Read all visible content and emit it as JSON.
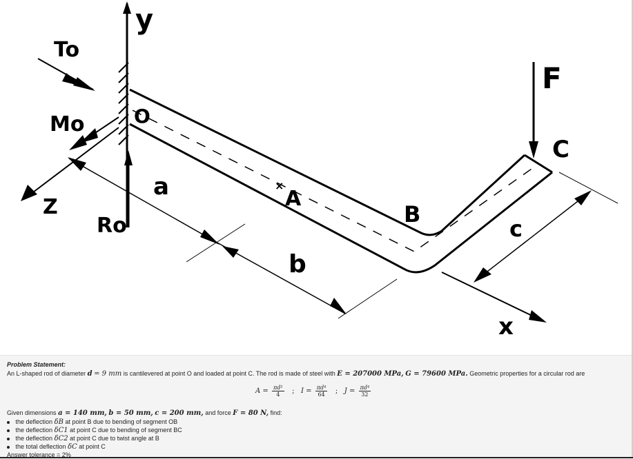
{
  "figure": {
    "labels": {
      "y_axis": "y",
      "torque": "To",
      "moment": "Mo",
      "point_o": "O",
      "force": "F",
      "point_c": "C",
      "z_axis": "Z",
      "reaction": "Ro",
      "dim_a": "a",
      "point_a": "A",
      "point_b": "B",
      "dim_c": "c",
      "dim_b": "b",
      "x_axis": "x"
    }
  },
  "problem": {
    "title": "Problem Statement:",
    "intro": "An L-shaped rod of diameter",
    "d_var": "d",
    "d_value": "= 9 mm",
    "intro2": "is cantilevered at point O and loaded at point C. The rod is made of steel with",
    "E_expr": "E = 207000 MPa,",
    "G_expr": "G = 79600 MPa.",
    "intro3": "Geometric properties for a circular rod are",
    "formula_A_lhs": "A =",
    "formula_A_num": "πd²",
    "formula_A_den": "4",
    "formula_I_lhs": "I =",
    "formula_I_num": "πd⁴",
    "formula_I_den": "64",
    "formula_J_lhs": "J =",
    "formula_J_num": "πd⁴",
    "formula_J_den": "32",
    "sep": ";",
    "given_prefix": "Given dimensions",
    "a_expr": "a = 140 mm,",
    "b_expr": "b = 50 mm,",
    "c_expr": "c = 200 mm,",
    "given_mid": "and force",
    "F_expr": "F = 80 N,",
    "given_suffix": "find:",
    "bullets": [
      {
        "pre": "the deflection",
        "sym": "δB",
        "post": "at point B due to bending of segment OB"
      },
      {
        "pre": "the deflection",
        "sym": "δC1",
        "post": "at point C due to bending of segment BC"
      },
      {
        "pre": "the deflection",
        "sym": "δC2",
        "post": "at point C due to twist angle at B"
      },
      {
        "pre": "the total deflection",
        "sym": "δC",
        "post": "at point C"
      }
    ],
    "truncated": "Answer tolerance = 2%"
  }
}
